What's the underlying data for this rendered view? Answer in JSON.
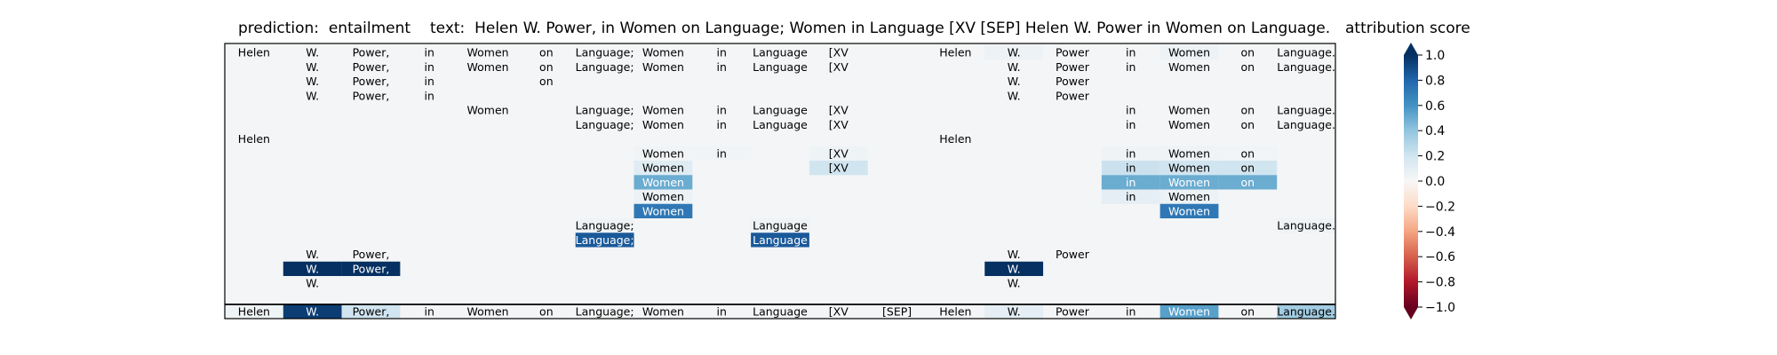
{
  "header": {
    "prediction_label": "prediction:",
    "prediction_value": "entailment",
    "text_label": "text:",
    "text_value": "Helen W. Power, in Women on Language; Women in Language [XV [SEP] Helen W. Power in Women on Language.",
    "colorbar_title": "attribution score"
  },
  "chart_data": {
    "type": "heatmap",
    "tokens": [
      "Helen",
      "W.",
      "Power,",
      "in",
      "Women",
      "on",
      "Language;",
      "Women",
      "in",
      "Language",
      "[XV",
      "[SEP]",
      "Helen",
      "W.",
      "Power",
      "in",
      "Women",
      "on",
      "Language."
    ],
    "rows": [
      {
        "visible": [
          1,
          1,
          1,
          1,
          1,
          1,
          1,
          1,
          1,
          1,
          1,
          0,
          1,
          1,
          1,
          1,
          1,
          1,
          1
        ],
        "scores": [
          0.02,
          0.02,
          0.02,
          0.02,
          0.02,
          0.02,
          0.02,
          0.02,
          0.02,
          0.02,
          0.02,
          0,
          0.02,
          0.06,
          0.02,
          0.02,
          0.06,
          0.02,
          0.02
        ]
      },
      {
        "visible": [
          0,
          1,
          1,
          1,
          1,
          1,
          1,
          1,
          1,
          1,
          1,
          0,
          0,
          1,
          1,
          1,
          1,
          1,
          1
        ],
        "scores": [
          0,
          0.02,
          0.02,
          0.02,
          0.02,
          0.02,
          0.02,
          0.02,
          0.02,
          0.02,
          0.02,
          0,
          0,
          0.02,
          0.02,
          0.02,
          0.02,
          0.02,
          0.02
        ]
      },
      {
        "visible": [
          0,
          1,
          1,
          1,
          0,
          1,
          0,
          0,
          0,
          0,
          0,
          0,
          0,
          1,
          1,
          0,
          0,
          0,
          0
        ],
        "scores": [
          0,
          0.02,
          0.02,
          0.02,
          0,
          0.02,
          0,
          0,
          0,
          0,
          0,
          0,
          0,
          0.02,
          0.02,
          0,
          0,
          0,
          0
        ]
      },
      {
        "visible": [
          0,
          1,
          1,
          1,
          0,
          0,
          0,
          0,
          0,
          0,
          0,
          0,
          0,
          1,
          1,
          0,
          0,
          0,
          0
        ],
        "scores": [
          0,
          0.02,
          0.02,
          0.02,
          0,
          0,
          0,
          0,
          0,
          0,
          0,
          0,
          0,
          0.02,
          0.02,
          0,
          0,
          0,
          0
        ]
      },
      {
        "visible": [
          0,
          0,
          0,
          0,
          1,
          0,
          1,
          1,
          1,
          1,
          1,
          0,
          0,
          0,
          0,
          1,
          1,
          1,
          1
        ],
        "scores": [
          0,
          0,
          0,
          0,
          0.02,
          0,
          0.02,
          0.02,
          0.02,
          0.02,
          0.02,
          0,
          0,
          0,
          0,
          0.02,
          0.02,
          0.02,
          0.02
        ]
      },
      {
        "visible": [
          0,
          0,
          0,
          0,
          0,
          0,
          1,
          1,
          1,
          1,
          1,
          0,
          0,
          0,
          0,
          1,
          1,
          1,
          1
        ],
        "scores": [
          0,
          0,
          0,
          0,
          0,
          0,
          0.02,
          0.02,
          0.02,
          0.02,
          0.02,
          0,
          0,
          0,
          0,
          0.02,
          0.02,
          0.02,
          0.02
        ]
      },
      {
        "visible": [
          1,
          0,
          0,
          0,
          0,
          0,
          0,
          0,
          0,
          0,
          0,
          0,
          1,
          0,
          0,
          0,
          0,
          0,
          0
        ],
        "scores": [
          0.02,
          0,
          0,
          0,
          0,
          0,
          0,
          0,
          0,
          0,
          0,
          0,
          0.02,
          0,
          0,
          0,
          0,
          0,
          0
        ]
      },
      {
        "visible": [
          0,
          0,
          0,
          0,
          0,
          0,
          0,
          1,
          1,
          0,
          1,
          0,
          0,
          0,
          0,
          1,
          1,
          1,
          0
        ],
        "scores": [
          0,
          0,
          0,
          0,
          0,
          0,
          0,
          0.03,
          0.03,
          0,
          0.05,
          0,
          0,
          0,
          0,
          0.04,
          0.04,
          0.03,
          0
        ]
      },
      {
        "visible": [
          0,
          0,
          0,
          0,
          0,
          0,
          0,
          1,
          0,
          0,
          1,
          0,
          0,
          0,
          0,
          1,
          1,
          1,
          0
        ],
        "scores": [
          0,
          0,
          0,
          0,
          0,
          0,
          0,
          0.12,
          0,
          0,
          0.2,
          0,
          0,
          0,
          0,
          0.22,
          0.2,
          0.2,
          0
        ]
      },
      {
        "visible": [
          0,
          0,
          0,
          0,
          0,
          0,
          0,
          1,
          0,
          0,
          0,
          0,
          0,
          0,
          0,
          1,
          1,
          1,
          0
        ],
        "scores": [
          0,
          0,
          0,
          0,
          0,
          0,
          0,
          0.5,
          0,
          0,
          0,
          0,
          0,
          0,
          0,
          0.5,
          0.5,
          0.5,
          0
        ]
      },
      {
        "visible": [
          0,
          0,
          0,
          0,
          0,
          0,
          0,
          1,
          0,
          0,
          0,
          0,
          0,
          0,
          0,
          1,
          1,
          0,
          0
        ],
        "scores": [
          0,
          0,
          0,
          0,
          0,
          0,
          0,
          0.06,
          0,
          0,
          0,
          0,
          0,
          0,
          0,
          0.1,
          0.06,
          0,
          0
        ]
      },
      {
        "visible": [
          0,
          0,
          0,
          0,
          0,
          0,
          0,
          1,
          0,
          0,
          0,
          0,
          0,
          0,
          0,
          0,
          1,
          0,
          0
        ],
        "scores": [
          0,
          0,
          0,
          0,
          0,
          0,
          0,
          0.72,
          0,
          0,
          0,
          0,
          0,
          0,
          0,
          0,
          0.72,
          0,
          0
        ]
      },
      {
        "visible": [
          0,
          0,
          0,
          0,
          0,
          0,
          1,
          0,
          0,
          1,
          0,
          0,
          0,
          0,
          0,
          0,
          0,
          0,
          1
        ],
        "scores": [
          0,
          0,
          0,
          0,
          0,
          0,
          0.04,
          0,
          0,
          0.04,
          0,
          0,
          0,
          0,
          0,
          0,
          0,
          0,
          0.04
        ]
      },
      {
        "visible": [
          0,
          0,
          0,
          0,
          0,
          0,
          1,
          0,
          0,
          1,
          0,
          0,
          0,
          0,
          0,
          0,
          0,
          0,
          0
        ],
        "scores": [
          0,
          0,
          0,
          0,
          0,
          0,
          0.85,
          0,
          0,
          0.85,
          0,
          0,
          0,
          0,
          0,
          0,
          0,
          0,
          0
        ]
      },
      {
        "visible": [
          0,
          1,
          1,
          0,
          0,
          0,
          0,
          0,
          0,
          0,
          0,
          0,
          0,
          1,
          1,
          0,
          0,
          0,
          0
        ],
        "scores": [
          0,
          0.02,
          0.02,
          0,
          0,
          0,
          0,
          0,
          0,
          0,
          0,
          0,
          0,
          0.02,
          0.02,
          0,
          0,
          0,
          0
        ]
      },
      {
        "visible": [
          0,
          1,
          1,
          0,
          0,
          0,
          0,
          0,
          0,
          0,
          0,
          0,
          0,
          1,
          0,
          0,
          0,
          0,
          0
        ],
        "scores": [
          0,
          1.0,
          1.0,
          0,
          0,
          0,
          0,
          0,
          0,
          0,
          0,
          0,
          0,
          1.0,
          0,
          0,
          0,
          0,
          0
        ]
      },
      {
        "visible": [
          0,
          1,
          0,
          0,
          0,
          0,
          0,
          0,
          0,
          0,
          0,
          0,
          0,
          1,
          0,
          0,
          0,
          0,
          0
        ],
        "scores": [
          0,
          0.02,
          0,
          0,
          0,
          0,
          0,
          0,
          0,
          0,
          0,
          0,
          0,
          0.02,
          0,
          0,
          0,
          0,
          0
        ]
      },
      {
        "visible": [
          1,
          1,
          1,
          1,
          1,
          1,
          1,
          1,
          1,
          1,
          1,
          1,
          1,
          1,
          1,
          1,
          1,
          1,
          1
        ],
        "scores": [
          0.05,
          0.95,
          0.2,
          0.02,
          0.02,
          0.02,
          0.02,
          0.02,
          0.02,
          0.02,
          0.02,
          0.02,
          0.02,
          0.1,
          0.02,
          0.02,
          0.55,
          0.02,
          0.35
        ]
      }
    ],
    "colorbar": {
      "label": "attribution score",
      "range": [
        -1.0,
        1.0
      ],
      "ticks": [
        "1.0",
        "0.8",
        "0.6",
        "0.4",
        "0.2",
        "0.0",
        "−0.2",
        "−0.4",
        "−0.6",
        "−0.8",
        "−1.0"
      ],
      "colormap": "RdBu",
      "stops": [
        "#67001f",
        "#b2182b",
        "#d6604d",
        "#f4a582",
        "#fddbc7",
        "#f7f7f7",
        "#d1e5f0",
        "#92c5de",
        "#4393c3",
        "#2166ac",
        "#053061"
      ]
    }
  }
}
